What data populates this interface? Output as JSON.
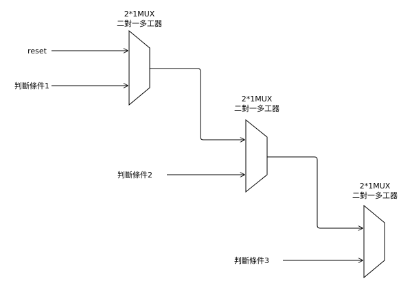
{
  "muxes": [
    {
      "title_line1": "2*1MUX",
      "title_line2": "二對一多工器"
    },
    {
      "title_line1": "2*1MUX",
      "title_line2": "二對一多工器"
    },
    {
      "title_line1": "2*1MUX",
      "title_line2": "二對一多工器"
    }
  ],
  "inputs": {
    "reset": "reset",
    "cond1": "判斷條件1",
    "cond2": "判斷條件2",
    "cond3": "判斷條件3"
  }
}
